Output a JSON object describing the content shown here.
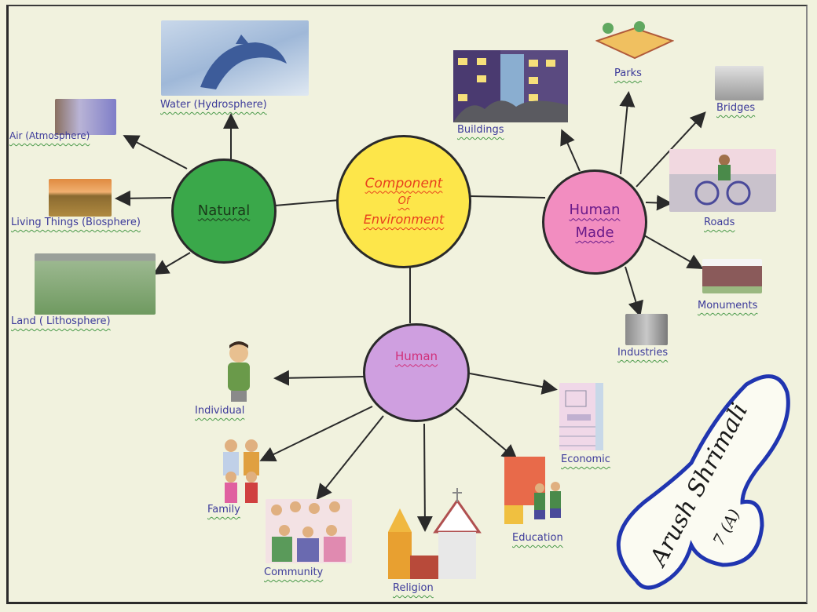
{
  "center": {
    "lines": [
      "Component",
      "Of",
      "Environment"
    ],
    "color": "#fde64a",
    "text_color": "#e8401c"
  },
  "natural": {
    "title": "Natural",
    "color": "#3aa84a",
    "items": [
      {
        "label": "Water (Hydrosphere)",
        "image": "dolphin-image"
      },
      {
        "label": "Air (Atmosphere)",
        "image": "sky-image"
      },
      {
        "label": "Living Things (Biosphere)",
        "image": "field-image"
      },
      {
        "label": "Land ( Lithosphere)",
        "image": "garden-image"
      }
    ]
  },
  "human_made": {
    "title_lines": [
      "Human",
      "Made"
    ],
    "color": "#f28dc0",
    "items": [
      {
        "label": "Buildings",
        "image": "buildings-image"
      },
      {
        "label": "Parks",
        "image": "park-image"
      },
      {
        "label": "Bridges",
        "image": "bridge-image"
      },
      {
        "label": "Roads",
        "image": "cyclist-image"
      },
      {
        "label": "Monuments",
        "image": "monument-image"
      },
      {
        "label": "Industries",
        "image": "factory-image"
      }
    ]
  },
  "human": {
    "title": "Human",
    "color": "#cf9fe0",
    "items": [
      {
        "label": "Individual",
        "image": "boy-image"
      },
      {
        "label": "Family",
        "image": "family-image"
      },
      {
        "label": "Community",
        "image": "community-image"
      },
      {
        "label": "Religion",
        "image": "temple-church-image"
      },
      {
        "label": "Education",
        "image": "school-image"
      },
      {
        "label": "Economic",
        "image": "mall-image"
      }
    ]
  },
  "signature": {
    "name": "Arush Shrimali",
    "class": "7 (A)",
    "border_color": "#2035b0"
  }
}
